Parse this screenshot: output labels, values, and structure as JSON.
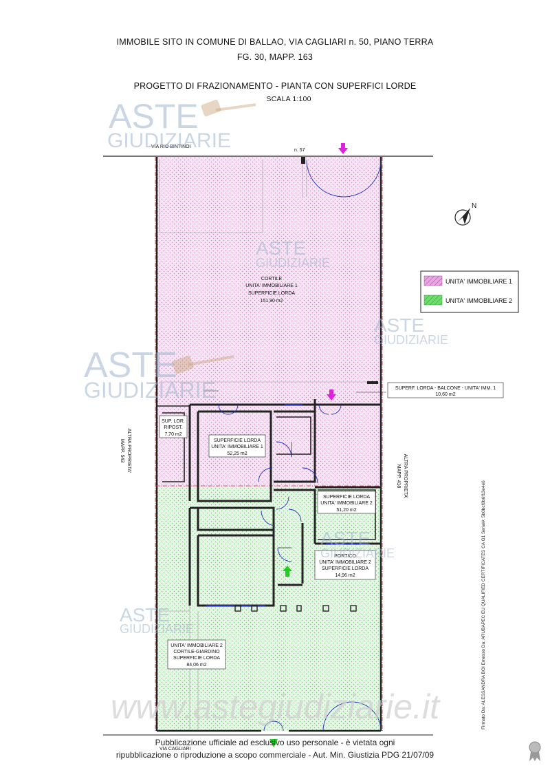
{
  "header": {
    "line1": "IMMOBILE SITO IN COMUNE DI BALLAO, VIA CAGLIARI n. 50, PIANO TERRA",
    "line2": "FG. 30, MAPP. 163",
    "title": "PROGETTO DI FRAZIONAMENTO - PIANTA CON SUPERFICI LORDE",
    "scale": "SCALA 1:100"
  },
  "streets": {
    "top": "VIA RIO BINTINOI",
    "number": "n. 57",
    "bottom": "VIA CAGLIARI"
  },
  "compass": {
    "label": "N"
  },
  "legend": [
    {
      "label": "UNITA' IMMOBILIARE 1",
      "color": "#e8a6e2"
    },
    {
      "label": "UNITA' IMMOBILIARE 2",
      "color": "#6fdc6f"
    }
  ],
  "areas": {
    "cortile": [
      "CORTILE",
      "UNITA' IMMOBILIARE 1",
      "SUPERFICIE LORDA",
      "151,90 m2"
    ],
    "balcone": [
      "SUPERF. LORDA - BALCONE - UNITA' IMM. 1",
      "10,60 m2"
    ],
    "ripost": [
      "SUP. LOR.",
      "RIPOST.",
      "7,70 m2"
    ],
    "unita1": [
      "SUPERFICIE LORDA",
      "UNITA' IMMOBILIARE 1",
      "52,25 m2"
    ],
    "unita2": [
      "SUPERFICIE LORDA",
      "UNITA' IMMOBILIARE 2",
      "51,20 m2"
    ],
    "portico": [
      "PORTICO",
      "UNITA' IMMOBILIARE 2",
      "SUPERFICIE LORDA",
      "14,96 m2"
    ],
    "giardino": [
      "UNITA' IMMOBILIARE 2",
      "CORTILE-GIARDINO",
      "SUPERFICIE LORDA",
      "84,06 m2"
    ]
  },
  "neighbors": {
    "left": [
      "ALTRA PROPRIETA'",
      "MAPP. 543"
    ],
    "right": [
      "ALTRA PROPRIETA'",
      "MAPP. 418"
    ]
  },
  "watermarks": {
    "brand1": "ASTE",
    "brand2": "GIUDIZIARIE",
    "site": "www.astegiudiziarie.it"
  },
  "footer": {
    "line1": "Pubblicazione ufficiale ad esclusivo uso personale - è vietata ogni",
    "line2": "ripubblicazione o riproduzione a scopo commerciale - Aut. Min. Giustizia PDG 21/07/09"
  },
  "signature": "Firmato Da: ALESSANDRA BOI Emesso Da: ARUBAPEC EU QUALIFIED CERTIFICATES CA G1 Serial#: 5b0bcf0b6f13e4e6",
  "colors": {
    "unit1": "#e8a6e2",
    "unit2": "#6fdc6f",
    "wall": "#222222",
    "boundary": "#cc3333",
    "arrow1": "#e020e0",
    "arrow2": "#22cc22",
    "window": "#2030c0"
  }
}
